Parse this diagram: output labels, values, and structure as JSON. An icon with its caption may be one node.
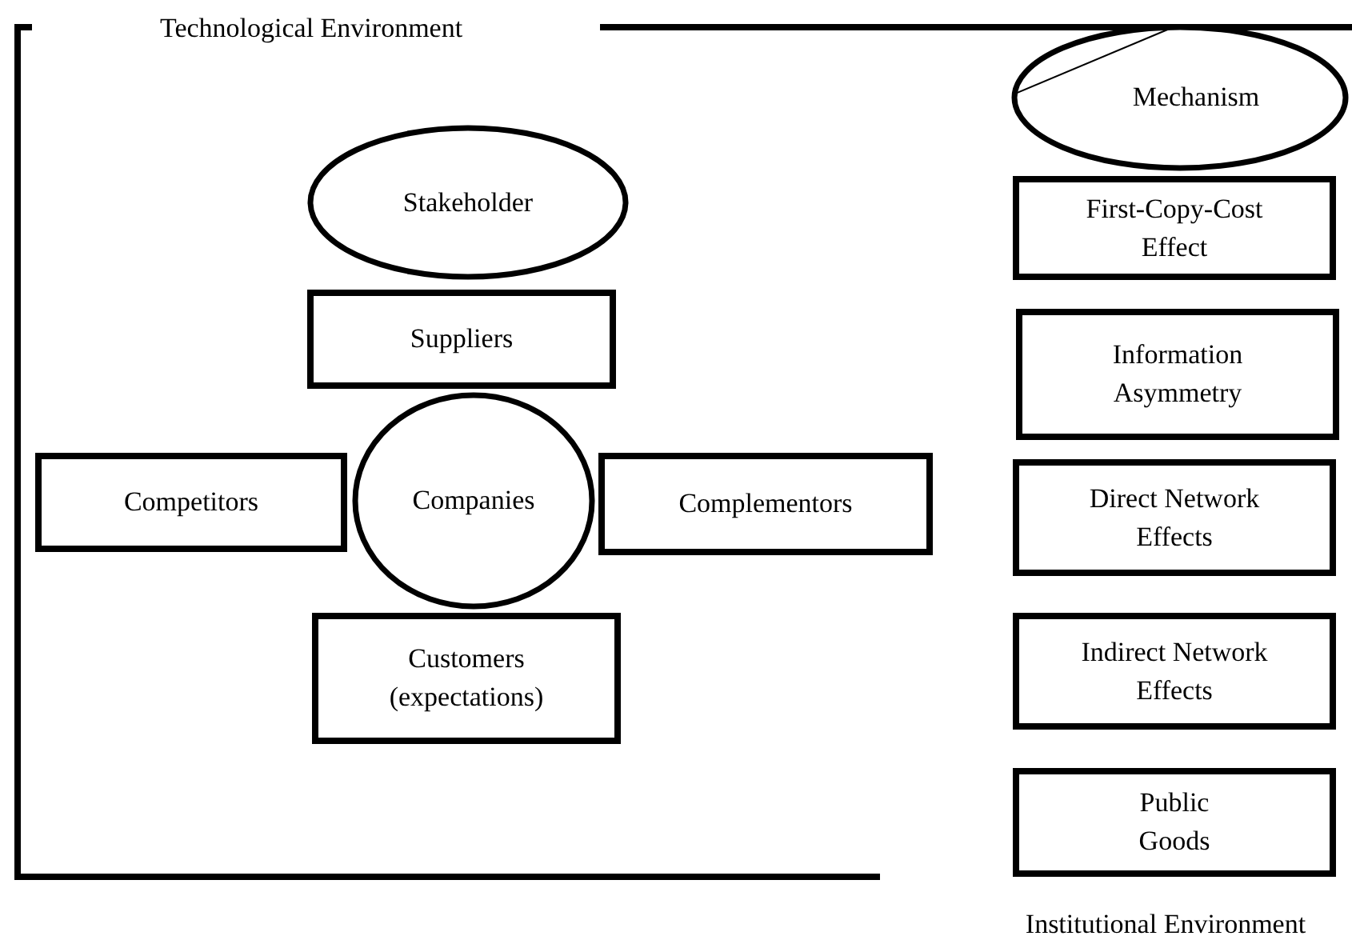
{
  "diagram": {
    "nodes": [
      {
        "text": [
          "Stakeholder"
        ]
      },
      {
        "text": [
          "Suppliers"
        ]
      },
      {
        "text": [
          "Competitors"
        ]
      },
      {
        "text": [
          "Companies"
        ]
      },
      {
        "text": [
          "Complementors"
        ]
      },
      {
        "text": [
          "Customers (expectations)"
        ]
      },
      {
        "text": [
          "Mechanism"
        ]
      },
      {
        "text": [
          "First-Copy-Cost Effect"
        ]
      },
      {
        "text": [
          "Information Asymmetry"
        ]
      },
      {
        "text": [
          "Direct Network Effects"
        ]
      },
      {
        "text": [
          "Indirect Network Effects"
        ]
      },
      {
        "text": [
          "Public Goods"
        ]
      }
    ],
    "labels": [
      "Technological Environment",
      "Institutional Environment"
    ]
  }
}
